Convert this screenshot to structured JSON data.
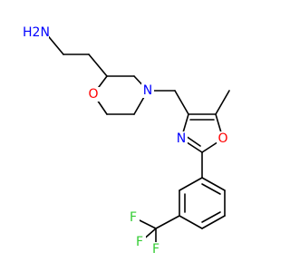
{
  "molecule": {
    "atoms": {
      "nh2": {
        "label": "H2N",
        "element": "N",
        "color": "#0000ff"
      },
      "o_morph": {
        "label": "O",
        "element": "O",
        "color": "#ff0000"
      },
      "n_morph": {
        "label": "N",
        "element": "N",
        "color": "#0000ff"
      },
      "n_oxazole": {
        "label": "N",
        "element": "N",
        "color": "#0000ff"
      },
      "o_oxazole": {
        "label": "O",
        "element": "O",
        "color": "#ff0000"
      },
      "f1": {
        "label": "F",
        "element": "F",
        "color": "#33cc33"
      },
      "f2": {
        "label": "F",
        "element": "F",
        "color": "#33cc33"
      },
      "f3": {
        "label": "F",
        "element": "F",
        "color": "#33cc33"
      }
    },
    "bond_color": "#000000"
  }
}
